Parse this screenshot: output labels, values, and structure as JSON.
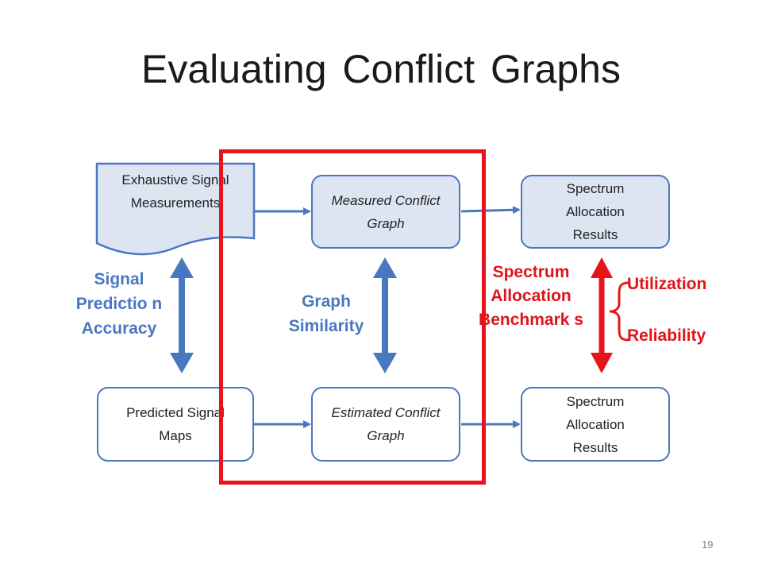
{
  "title": "Evaluating Conflict Graphs",
  "boxes": {
    "exhaustive": "Exhaustive Signal Measurements",
    "measured": "Measured Conflict Graph",
    "spectrum_top": "Spectrum Allocation Results",
    "predicted": "Predicted Signal Maps",
    "estimated": "Estimated Conflict Graph",
    "spectrum_bottom": "Spectrum Allocation Results"
  },
  "labels": {
    "signal_prediction": "Signal Predictio n Accuracy",
    "graph_similarity": "Graph Similarity",
    "spectrum_benchmarks": "Spectrum Allocation Benchmark s",
    "utilization": "Utilization",
    "reliability": "Reliability"
  },
  "page_number": "19",
  "colors": {
    "box_border": "#4a78c0",
    "box_fill": "#dde5f2",
    "blue_text": "#4a78c0",
    "red": "#e8141b"
  }
}
